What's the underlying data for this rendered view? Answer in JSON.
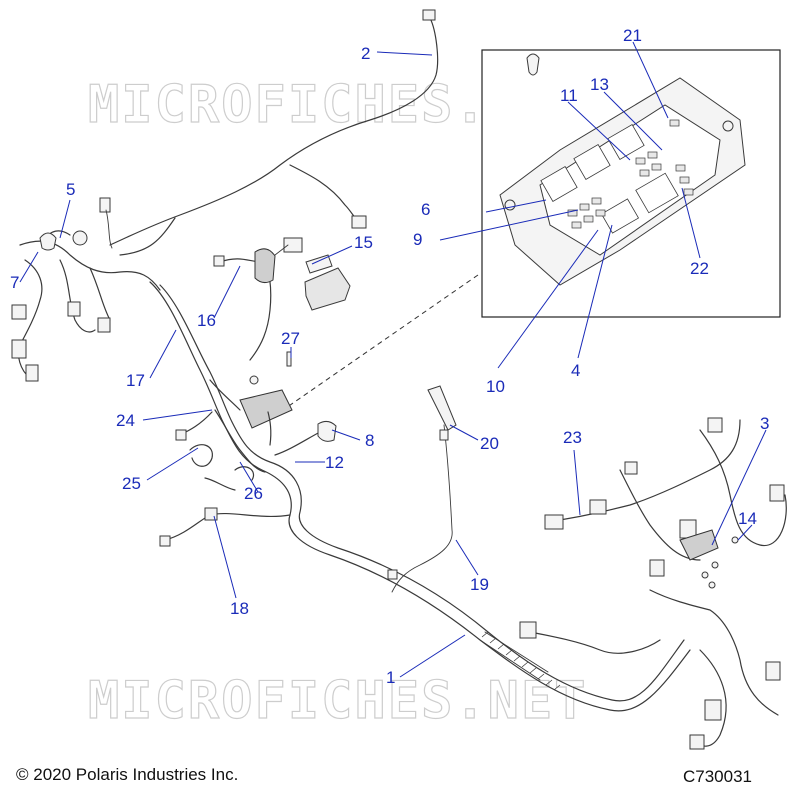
{
  "watermark": "MICROFICHES.NET",
  "copyright": "© 2020 Polaris Industries Inc.",
  "diagram_code": "C730031",
  "callouts": {
    "c1": "1",
    "c2": "2",
    "c3": "3",
    "c4": "4",
    "c5": "5",
    "c6": "6",
    "c7": "7",
    "c8": "8",
    "c9": "9",
    "c10": "10",
    "c11": "11",
    "c12": "12",
    "c13": "13",
    "c14": "14",
    "c15": "15",
    "c16": "16",
    "c17": "17",
    "c18": "18",
    "c19": "19",
    "c20": "20",
    "c21": "21",
    "c22": "22",
    "c23": "23",
    "c24": "24",
    "c25": "25",
    "c26": "26",
    "c27": "27"
  }
}
